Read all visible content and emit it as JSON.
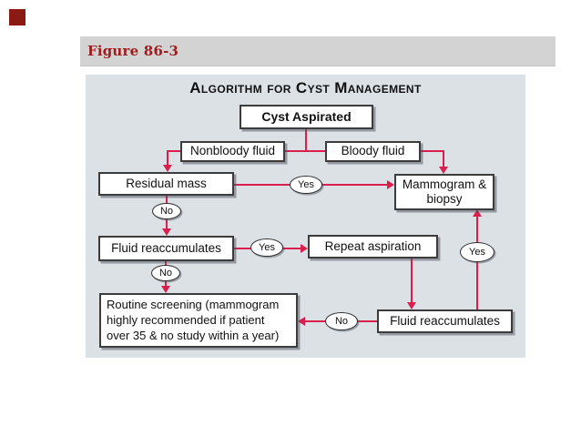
{
  "slide": {
    "corner_mark_color": "#8c1a14",
    "background_color": "#ffffff"
  },
  "figure_bar": {
    "label": "Figure 86-3",
    "text_color": "#9f1c1c",
    "background_color": "#d3d3d3"
  },
  "diagram": {
    "title": "Algorithm for Cyst Management",
    "background_color": "#dce1e6",
    "arrow_color": "#da1f4e",
    "nodes": {
      "cyst_aspirated": {
        "label": "Cyst Aspirated"
      },
      "nonbloody_fluid": {
        "label": "Nonbloody fluid"
      },
      "bloody_fluid": {
        "label": "Bloody fluid"
      },
      "residual_mass": {
        "label": "Residual mass"
      },
      "mammogram_biopsy": {
        "lines": [
          "Mammogram &",
          "biopsy"
        ]
      },
      "fluid_reaccumulates_left": {
        "label": "Fluid reaccumulates"
      },
      "repeat_aspiration": {
        "label": "Repeat aspiration"
      },
      "routine_screening": {
        "lines": [
          "Routine screening (mammogram",
          "highly recommended if patient",
          "over 35 & no study within a year)"
        ]
      },
      "fluid_reaccumulates_right": {
        "label": "Fluid reaccumulates"
      }
    },
    "decisions": {
      "yes_residual_to_mammogram": "Yes",
      "no_residual_to_fluid": "No",
      "yes_fluid_to_repeat": "Yes",
      "yes_fluid2_to_mammogram": "Yes",
      "no_fluid_to_routine": "No",
      "no_fluid2_to_routine": "No"
    }
  }
}
